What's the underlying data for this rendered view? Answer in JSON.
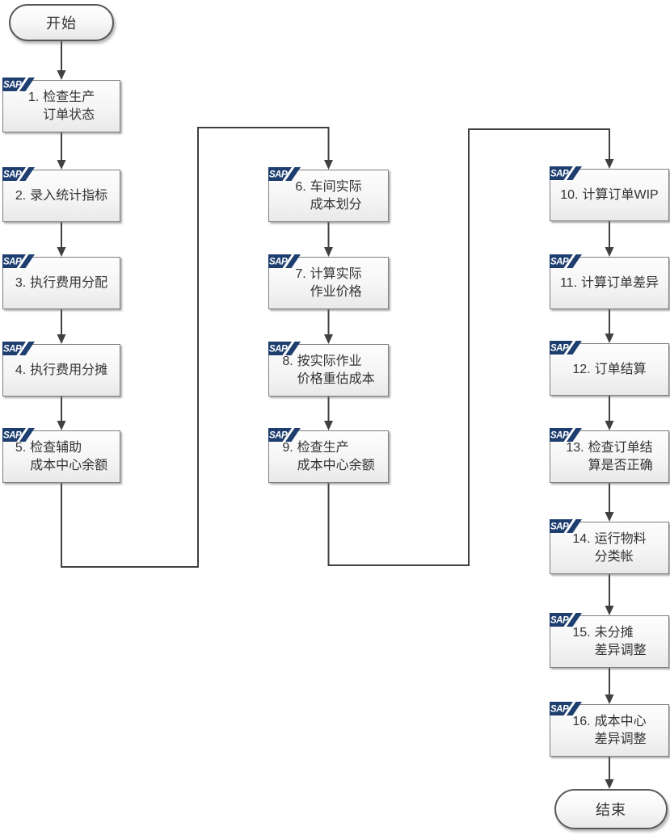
{
  "diagram": {
    "logo_text": "SAP",
    "start": {
      "label": "开始"
    },
    "end": {
      "label": "结束"
    },
    "columns": [
      {
        "steps": [
          {
            "num": "1.",
            "lines": [
              "检查生产",
              "订单状态"
            ]
          },
          {
            "num": "2.",
            "lines": [
              "录入统计指标"
            ]
          },
          {
            "num": "3.",
            "lines": [
              "执行费用分配"
            ]
          },
          {
            "num": "4.",
            "lines": [
              "执行费用分摊"
            ]
          },
          {
            "num": "5.",
            "lines": [
              "检查辅助",
              "成本中心余额"
            ]
          }
        ]
      },
      {
        "steps": [
          {
            "num": "6.",
            "lines": [
              "车间实际",
              "成本划分"
            ]
          },
          {
            "num": "7.",
            "lines": [
              "计算实际",
              "作业价格"
            ]
          },
          {
            "num": "8.",
            "lines": [
              "按实际作业",
              "价格重估成本"
            ]
          },
          {
            "num": "9.",
            "lines": [
              "检查生产",
              "成本中心余额"
            ]
          }
        ]
      },
      {
        "steps": [
          {
            "num": "10.",
            "lines": [
              "计算订单WIP"
            ]
          },
          {
            "num": "11.",
            "lines": [
              "计算订单差异"
            ]
          },
          {
            "num": "12.",
            "lines": [
              "订单结算"
            ]
          },
          {
            "num": "13.",
            "lines": [
              "检查订单结",
              "算是否正确"
            ]
          },
          {
            "num": "14.",
            "lines": [
              "运行物料",
              "分类帐"
            ]
          },
          {
            "num": "15.",
            "lines": [
              "未分摊",
              "差异调整"
            ]
          },
          {
            "num": "16.",
            "lines": [
              "成本中心",
              "差异调整"
            ]
          }
        ]
      }
    ],
    "colors": {
      "sap_blue": "#1d3e6f",
      "connector": "#404040",
      "box_border": "#7f7f7f",
      "text": "#333333"
    }
  }
}
